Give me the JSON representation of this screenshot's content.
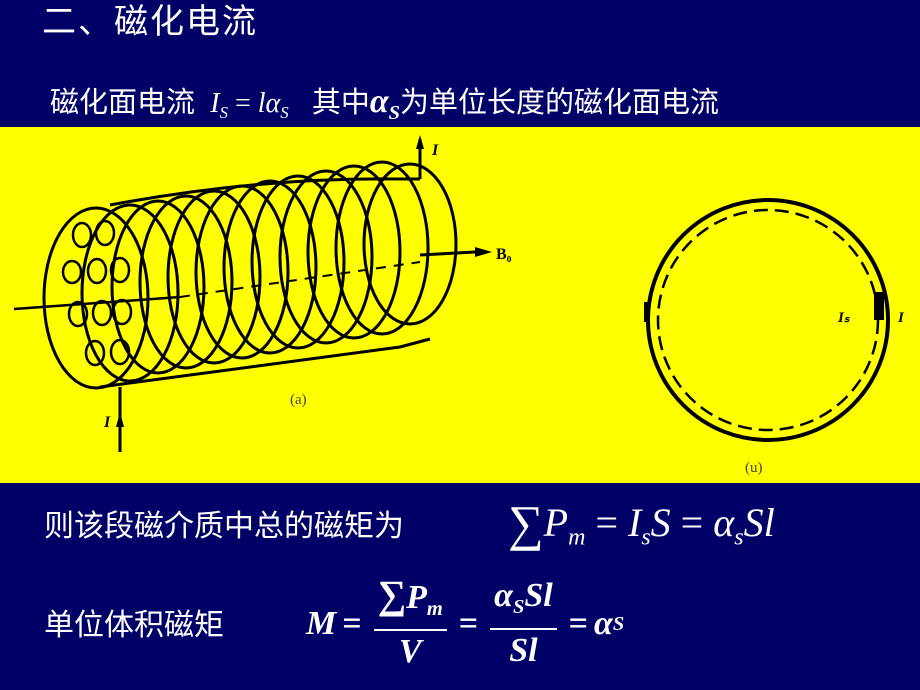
{
  "slide": {
    "title": "二、磁化电流",
    "line1": {
      "label": "磁化面电流",
      "formula_I": "I",
      "formula_I_sub": "S",
      "formula_eq": " = ",
      "formula_l": "l",
      "formula_alpha": "α",
      "formula_alpha_sub": "S",
      "text_qizhong": "其中",
      "alpha": "α",
      "alpha_sub": "S",
      "text_rest": "为单位长度的磁化面电流"
    },
    "figures": {
      "background_color": "#ffff00",
      "left": {
        "caption": "(a)",
        "label_I_top": "I",
        "label_I_bottom": "I",
        "label_B": "B₀"
      },
      "right": {
        "caption": "(u)",
        "label_Is": "Iₛ",
        "label_I": "I"
      }
    },
    "line2": {
      "label": "则该段磁介质中总的磁矩为",
      "sum": "∑",
      "P": "P",
      "P_sub": "m",
      "eq1": " = ",
      "I": "I",
      "I_sub": "s",
      "S1": "S",
      "eq2": " = ",
      "alpha": "α",
      "alpha_sub": "s",
      "tail": "Sl"
    },
    "line3": {
      "label": "单位体积磁矩",
      "M": "M",
      "eq": "=",
      "num1_sum": "∑",
      "num1_P": "P",
      "num1_sub": "m",
      "den1": "V",
      "num2_alpha": "α",
      "num2_sub": "S",
      "num2_tail": "Sl",
      "den2": "Sl",
      "result_alpha": "α",
      "result_sub": "S"
    },
    "colors": {
      "background": "#000066",
      "text": "#ffffff",
      "figure_bg": "#ffff00",
      "figure_ink": "#000000"
    }
  }
}
